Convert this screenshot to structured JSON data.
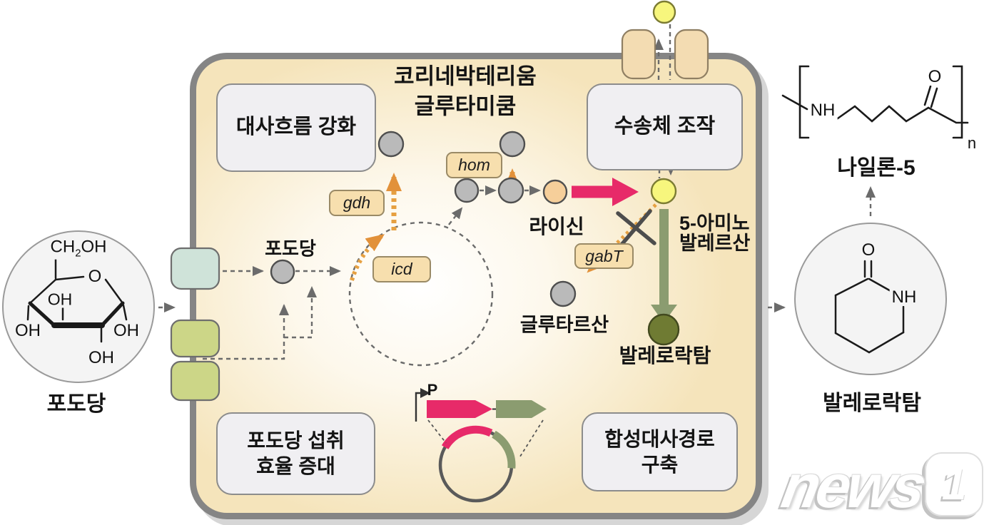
{
  "cell": {
    "title_line1": "코리네박테리움",
    "title_line2": "글루타미쿰"
  },
  "strategies": {
    "flux": "대사흐름 강화",
    "transporter": "수송체 조작",
    "uptake_line1": "포도당 섭취",
    "uptake_line2": "효율 증대",
    "pathway_line1": "합성대사경로",
    "pathway_line2": "구축"
  },
  "genes": {
    "gdh": "gdh",
    "icd": "icd",
    "hom": "hom",
    "gabt": "gabT"
  },
  "labels": {
    "glucose_outside": "포도당",
    "glucose_inside": "포도당",
    "lysine": "라이신",
    "amino_line1": "5-아미노",
    "amino_line2": "발레르산",
    "glutarate": "글루타르산",
    "valerolactam_cell": "발레로락탐",
    "valerolactam_right": "발레로락탐",
    "nylon": "나일론-5"
  },
  "chem": {
    "ch": "CH",
    "two": "2",
    "oh": "OH",
    "o": "O",
    "nh": "NH",
    "n": "n",
    "promoter": "P"
  },
  "watermark": {
    "news": "news",
    "one": "1"
  },
  "colors": {
    "membrane": "#858585",
    "pink": "#e72a69",
    "sage_green": "#8b9c70",
    "orange_dash": "#e6a041",
    "yellow_node": "#f7f67d",
    "olive_node": "#6f7b33",
    "gene_box": "#f7dfae",
    "gray_node": "#bababa",
    "teal_transporter": "#cfe3d9",
    "green_transporter": "#ccd687",
    "tan_transporter": "#f3dcb2"
  }
}
